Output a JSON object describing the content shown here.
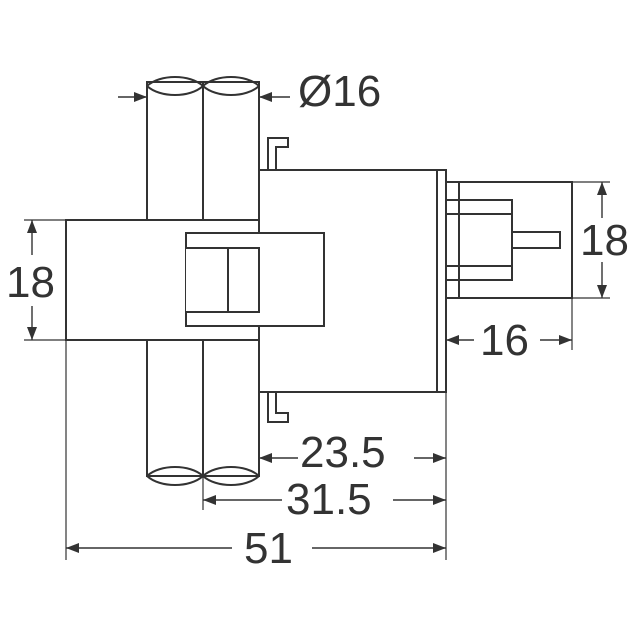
{
  "labels": {
    "pipe_diameter": "Ø16",
    "height_left": "18",
    "height_right": "18",
    "plug_length": "16",
    "dim_23_5": "23.5",
    "dim_31_5": "31.5",
    "overall_length": "51"
  }
}
